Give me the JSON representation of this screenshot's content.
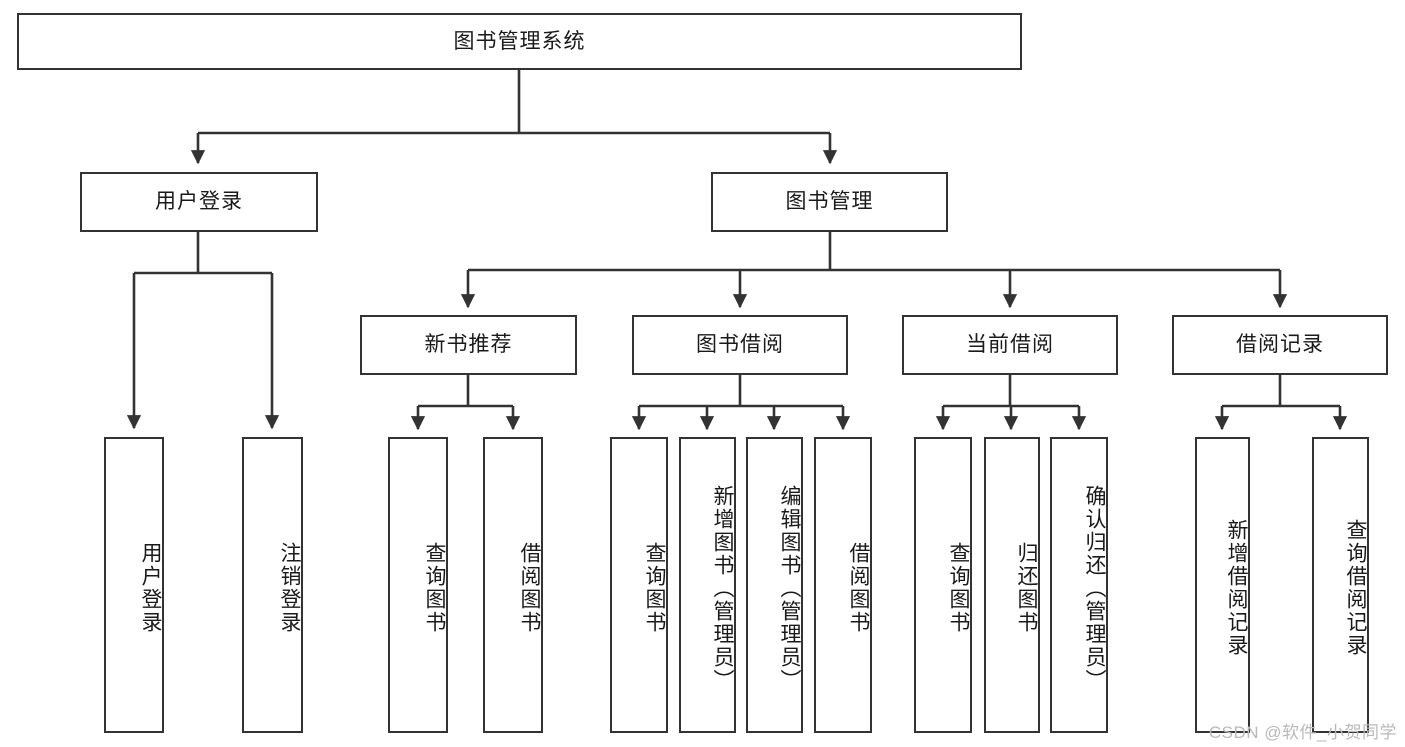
{
  "diagram": {
    "type": "tree",
    "title": "图书管理系统",
    "colors": {
      "stroke": "#333333",
      "fill": "#ffffff",
      "text": "#1a1a1a",
      "watermark": "#b9b9b9"
    },
    "root": {
      "label": "图书管理系统"
    },
    "level2": [
      {
        "label": "用户登录"
      },
      {
        "label": "图书管理"
      }
    ],
    "level3": [
      {
        "label": "新书推荐"
      },
      {
        "label": "图书借阅"
      },
      {
        "label": "当前借阅"
      },
      {
        "label": "借阅记录"
      }
    ],
    "leaves": {
      "user_login": [
        {
          "label": "用户登录"
        },
        {
          "label": "注销登录"
        }
      ],
      "new_book": [
        {
          "label": "查询图书"
        },
        {
          "label": "借阅图书"
        }
      ],
      "book_borrow": [
        {
          "label": "查询图书"
        },
        {
          "label": "新增图书（管理员）"
        },
        {
          "label": "编辑图书（管理员）"
        },
        {
          "label": "借阅图书"
        }
      ],
      "current_borrow": [
        {
          "label": "查询图书"
        },
        {
          "label": "归还图书"
        },
        {
          "label": "确认归还（管理员）"
        }
      ],
      "borrow_record": [
        {
          "label": "新增借阅记录"
        },
        {
          "label": "查询借阅记录"
        }
      ]
    }
  },
  "watermark": {
    "text": "CSDN @软件_小贺同学"
  }
}
